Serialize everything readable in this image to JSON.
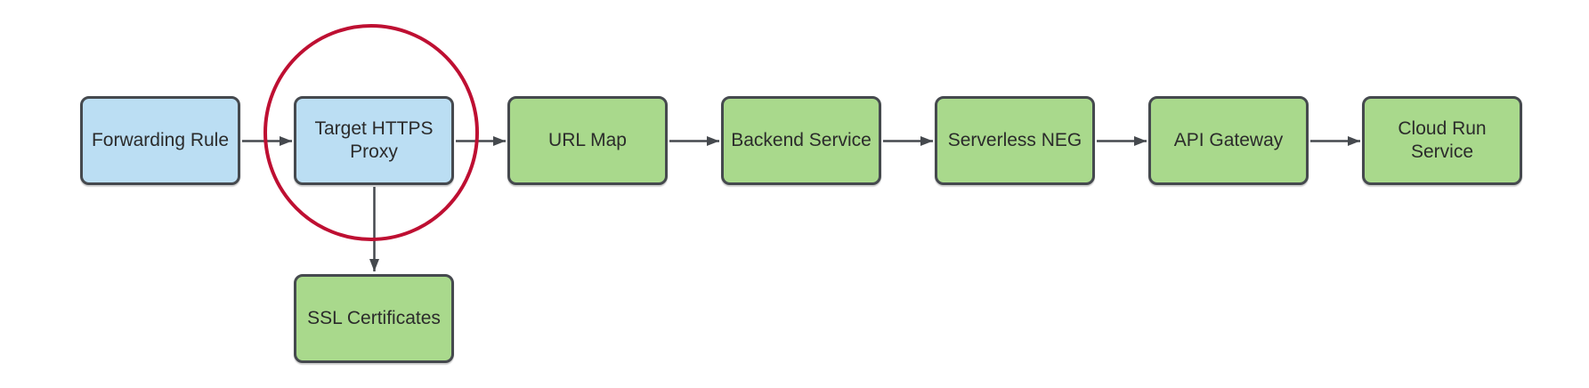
{
  "diagram": {
    "nodes": [
      {
        "id": "forwarding-rule",
        "label": "Forwarding Rule",
        "type": "blue"
      },
      {
        "id": "target-https-proxy",
        "label": "Target HTTPS\nProxy",
        "type": "blue",
        "highlighted": true
      },
      {
        "id": "url-map",
        "label": "URL Map",
        "type": "green"
      },
      {
        "id": "backend-service",
        "label": "Backend Service",
        "type": "green"
      },
      {
        "id": "serverless-neg",
        "label": "Serverless NEG",
        "type": "green"
      },
      {
        "id": "api-gateway",
        "label": "API Gateway",
        "type": "green"
      },
      {
        "id": "cloud-run-service",
        "label": "Cloud Run\nService",
        "type": "green"
      },
      {
        "id": "ssl-certificates",
        "label": "SSL Certificates",
        "type": "green"
      }
    ],
    "edges": [
      {
        "from": "Forwarding Rule",
        "to": "Target HTTPS Proxy"
      },
      {
        "from": "Target HTTPS Proxy",
        "to": "URL Map"
      },
      {
        "from": "URL Map",
        "to": "Backend Service"
      },
      {
        "from": "Backend Service",
        "to": "Serverless NEG"
      },
      {
        "from": "Serverless NEG",
        "to": "API Gateway"
      },
      {
        "from": "API Gateway",
        "to": "Cloud Run Service"
      },
      {
        "from": "Target HTTPS Proxy",
        "to": "SSL Certificates"
      }
    ],
    "annotation": {
      "type": "circle-highlight",
      "around": "Target HTTPS Proxy",
      "color": "#be0f32"
    },
    "colors": {
      "background": "#ffffff",
      "blue_fill": "#bbdef3",
      "green_fill": "#a9d98c",
      "stroke": "#45494e",
      "arrow": "#45494e",
      "text": "#2b2b2b",
      "highlight": "#be0f32"
    }
  }
}
